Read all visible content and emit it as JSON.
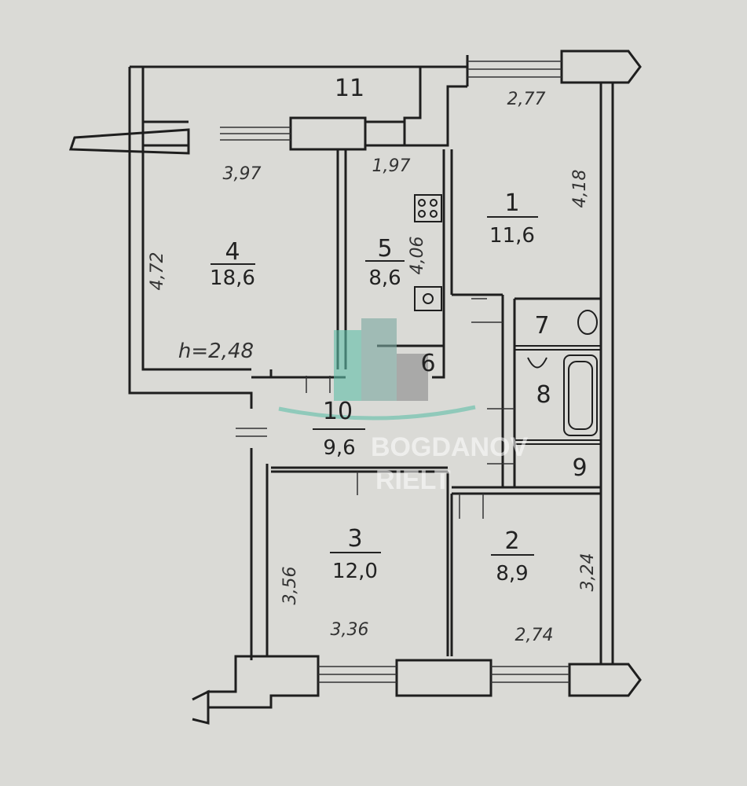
{
  "rooms": [
    {
      "number": "1",
      "area": "11,6"
    },
    {
      "number": "2",
      "area": "8,9"
    },
    {
      "number": "3",
      "area": "12,0"
    },
    {
      "number": "4",
      "area": "18,6"
    },
    {
      "number": "5",
      "area": "8,6"
    },
    {
      "number": "6"
    },
    {
      "number": "7"
    },
    {
      "number": "8"
    },
    {
      "number": "9"
    },
    {
      "number": "10",
      "area": "9,6"
    },
    {
      "number": "11"
    }
  ],
  "dimensions": {
    "room1_width": "2,77",
    "room1_length": "4,18",
    "room4_width": "3,97",
    "room4_length": "4,72",
    "room5_width": "1,97",
    "room5_length": "4,06",
    "room3_length": "3,56",
    "room3_width": "3,36",
    "room2_width": "2,74",
    "room2_length": "3,24"
  },
  "ceiling_height": "h=2,48",
  "watermark": {
    "line1": "BOGDANOV",
    "line2": "RIELT",
    "colors": {
      "teal": "#5fbfa8",
      "gray": "#8a8a8a"
    }
  }
}
